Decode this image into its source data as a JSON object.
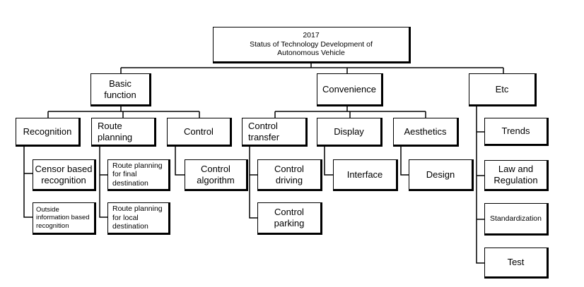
{
  "root": "2017\nStatus of Technology Development of\nAutonomous Vehicle",
  "categories": {
    "basic": "Basic\nfunction",
    "convenience": "Convenience",
    "etc": "Etc"
  },
  "basic_children": {
    "recognition": "Recognition",
    "route_planning": "Route\nplanning",
    "control": "Control"
  },
  "convenience_children": {
    "control_transfer": "Control\ntransfer",
    "display": "Display",
    "aesthetics": "Aesthetics"
  },
  "leaves": {
    "censor": "Censor based\nrecognition",
    "outside": "Outside\ninformation based\nrecognition",
    "route_final": "Route planning\nfor final\ndestination",
    "route_local": "Route planning\nfor local\ndestination",
    "control_algorithm": "Control\nalgorithm",
    "control_driving": "Control\ndriving",
    "control_parking": "Control\nparking",
    "interface": "Interface",
    "design": "Design",
    "trends": "Trends",
    "law": "Law and\nRegulation",
    "standardization": "Standardization",
    "test": "Test"
  }
}
